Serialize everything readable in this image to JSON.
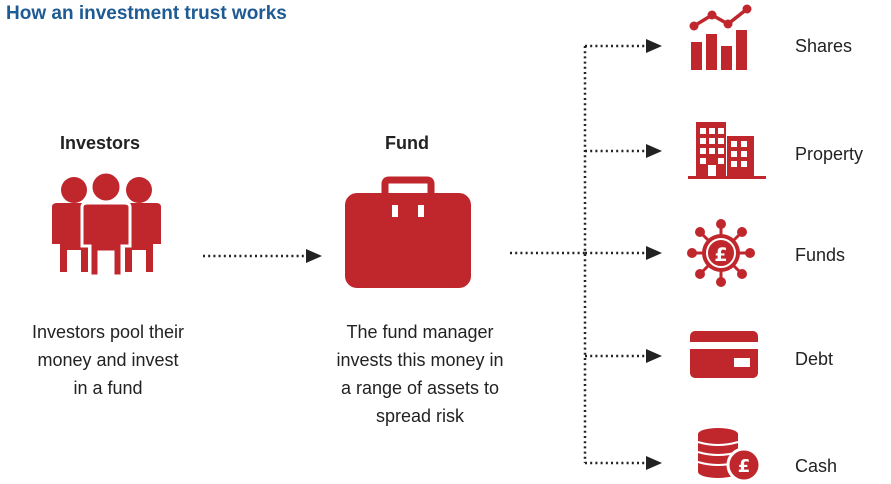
{
  "title": "How an investment trust works",
  "investors": {
    "heading": "Investors",
    "description": [
      "Investors pool their",
      "money and invest",
      "in a fund"
    ]
  },
  "fund": {
    "heading": "Fund",
    "description": [
      "The fund manager",
      "invests this money in",
      "a range of assets to",
      "spread risk"
    ]
  },
  "assets": [
    {
      "label": "Shares",
      "icon": "bar-chart-icon"
    },
    {
      "label": "Property",
      "icon": "buildings-icon"
    },
    {
      "label": "Funds",
      "icon": "pound-network-icon"
    },
    {
      "label": "Debt",
      "icon": "card-icon"
    },
    {
      "label": "Cash",
      "icon": "coin-stack-icon"
    }
  ],
  "colors": {
    "accent": "#c0272d",
    "title": "#1e5a93",
    "text": "#222222"
  }
}
